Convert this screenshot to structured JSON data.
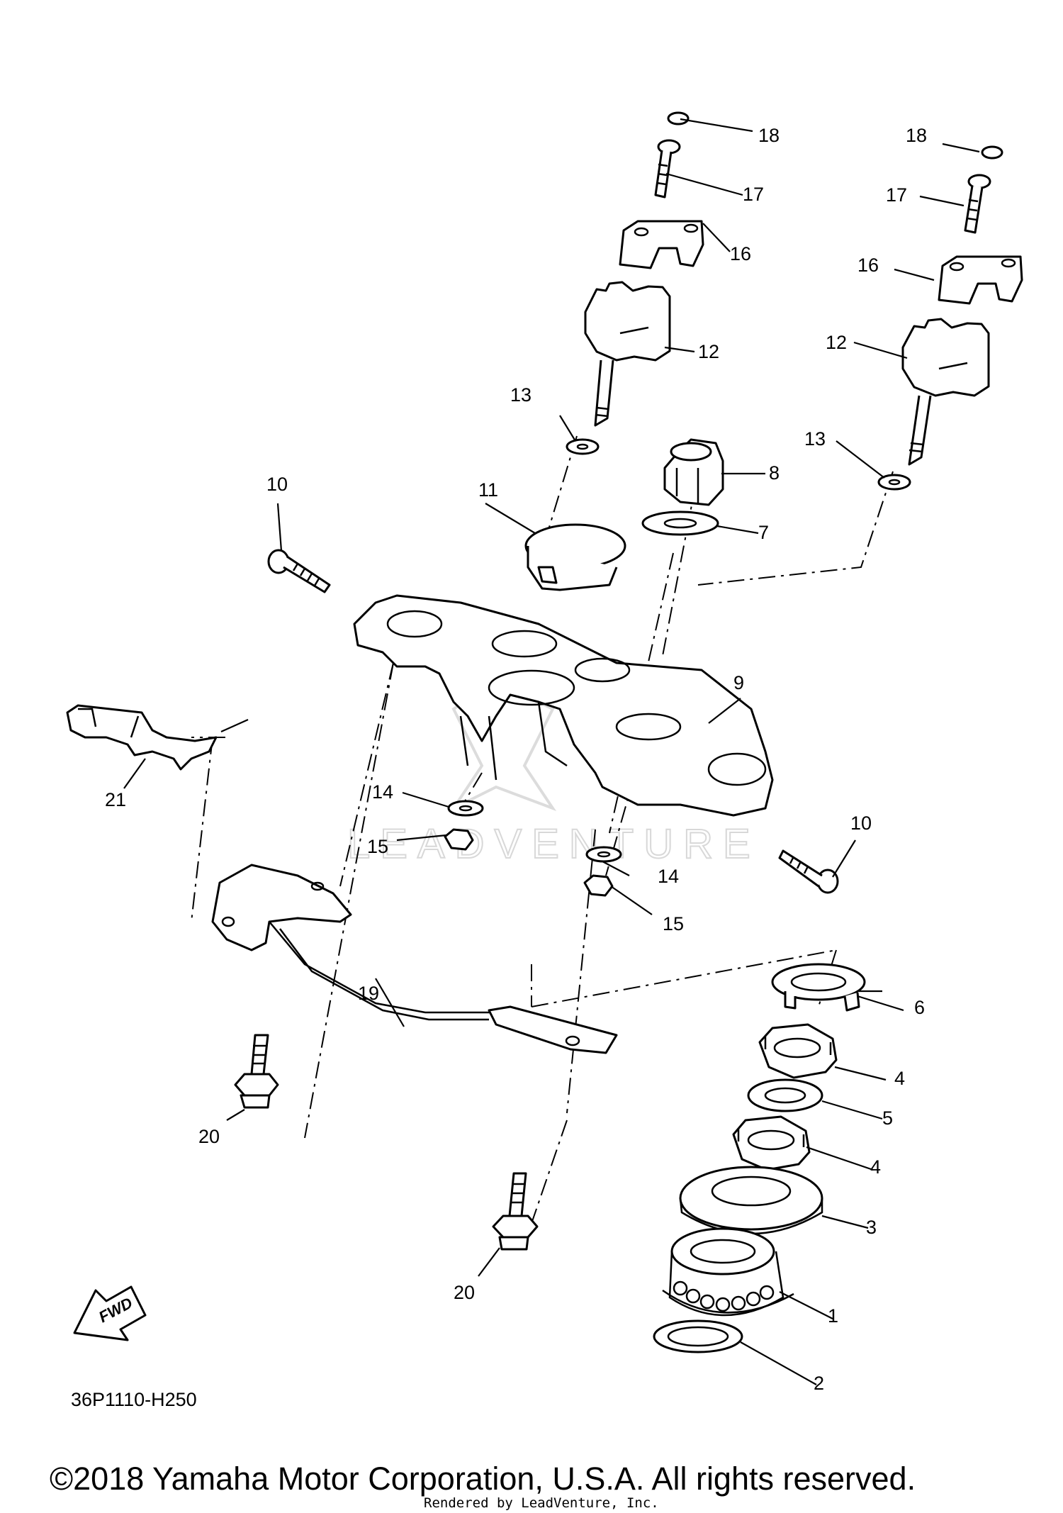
{
  "diagram": {
    "callouts": [
      "1",
      "2",
      "3",
      "4",
      "4",
      "5",
      "6",
      "7",
      "8",
      "9",
      "10",
      "10",
      "11",
      "12",
      "12",
      "13",
      "13",
      "14",
      "14",
      "15",
      "15",
      "16",
      "16",
      "17",
      "17",
      "18",
      "18",
      "19",
      "20",
      "20",
      "21"
    ],
    "diagram_code": "36P1110-H250",
    "fwd_label": "FWD",
    "watermark": "LEADVENTURE",
    "copyright": "©2018 Yamaha Motor Corporation, U.S.A. All rights reserved.",
    "rendered_by": "Rendered by LeadVenture, Inc."
  }
}
